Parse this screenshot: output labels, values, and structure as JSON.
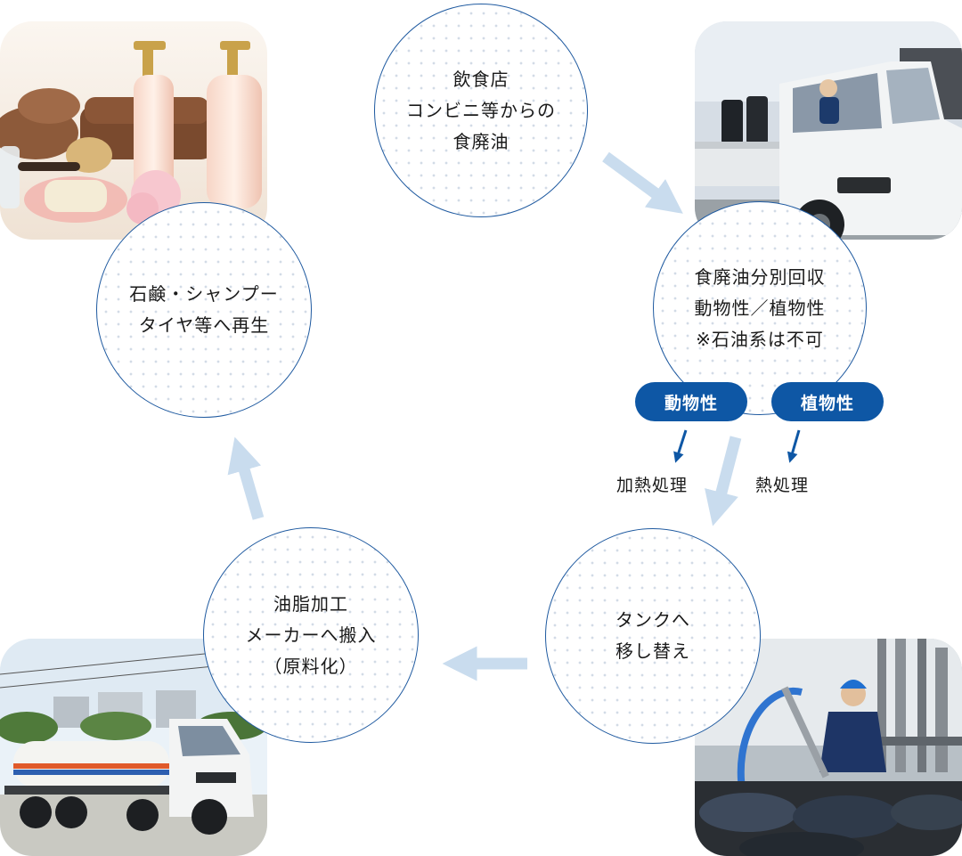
{
  "colors": {
    "circle_border": "#1f5aa0",
    "flow_arrow": "#c9dcee",
    "pill_bg": "#0e57a5",
    "small_arrow": "#0e57a5"
  },
  "steps": {
    "waste_oil": {
      "lines": [
        "飲食店",
        "コンビニ等からの",
        "食廃油"
      ]
    },
    "collection": {
      "lines": [
        "食廃油分別回収",
        "動物性／植物性",
        "※石油系は不可"
      ]
    },
    "tank_transfer": {
      "lines": [
        "タンクへ",
        "移し替え"
      ]
    },
    "processing": {
      "lines": [
        "油脂加工",
        "メーカーへ搬入",
        "（原料化）"
      ]
    },
    "recycle": {
      "lines": [
        "石鹸・シャンプー",
        "タイヤ等へ再生"
      ]
    }
  },
  "branches": {
    "animal": {
      "label": "動物性",
      "treatment": "加熱処理"
    },
    "vegetable": {
      "label": "植物性",
      "treatment": "熱処理"
    }
  },
  "photos": {
    "toiletries": "toiletries-photo",
    "truck": "collection-truck-photo",
    "worker": "tank-worker-photo",
    "tanker": "tanker-truck-photo"
  }
}
